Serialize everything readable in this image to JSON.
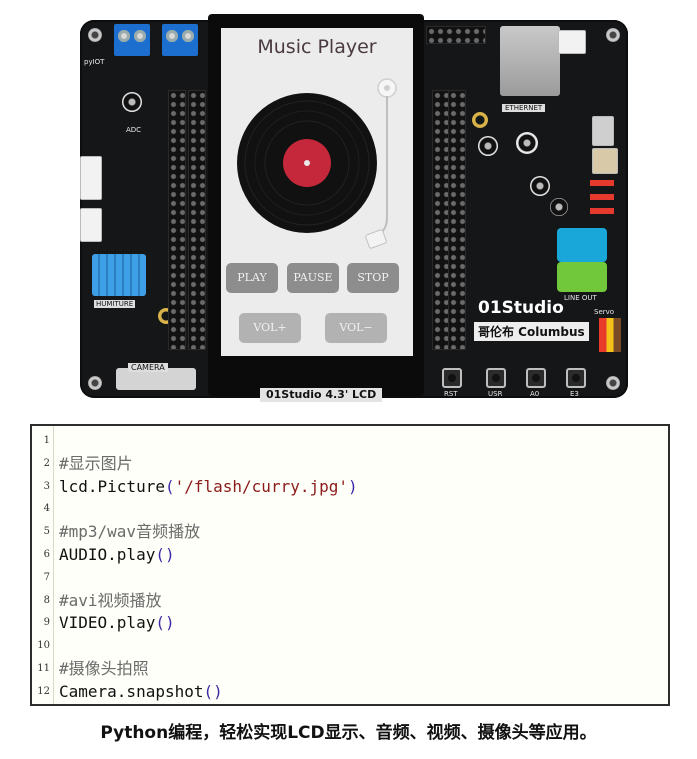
{
  "board": {
    "lcd_footer": "01Studio  4.3' LCD",
    "logo": "01Studio",
    "logo_sub": "哥伦布 Columbus",
    "ethernet": "ETHERNET",
    "camera": "CAMERA",
    "humiture": "HUMITURE",
    "servo": "Servo",
    "adc": "ADC",
    "pyiot": "pyIOT",
    "rst": "RST",
    "usr": "USR",
    "a0": "A0",
    "e3": "E3",
    "line_out": "LINE OUT"
  },
  "lcd": {
    "title": "Music Player",
    "buttons": {
      "play": "PLAY",
      "pause": "PAUSE",
      "stop": "STOP",
      "vol_up": "VOL+",
      "vol_down": "VOL−"
    },
    "colors": {
      "record": "#111111",
      "label": "#c4283a",
      "screen": "#ececec"
    }
  },
  "code": {
    "lines": [
      {
        "n": "1",
        "comment": "",
        "fn": "",
        "arg": ""
      },
      {
        "n": "2",
        "comment": "#显示图片",
        "fn": "",
        "arg": ""
      },
      {
        "n": "3",
        "comment": "",
        "fn": "lcd.Picture",
        "arg": "'/flash/curry.jpg'"
      },
      {
        "n": "4",
        "comment": "",
        "fn": "",
        "arg": ""
      },
      {
        "n": "5",
        "comment": "#mp3/wav音频播放",
        "fn": "",
        "arg": ""
      },
      {
        "n": "6",
        "comment": "",
        "fn": "AUDIO.play",
        "arg": ""
      },
      {
        "n": "7",
        "comment": "",
        "fn": "",
        "arg": ""
      },
      {
        "n": "8",
        "comment": "#avi视频播放",
        "fn": "",
        "arg": ""
      },
      {
        "n": "9",
        "comment": "",
        "fn": "VIDEO.play",
        "arg": ""
      },
      {
        "n": "10",
        "comment": "",
        "fn": "",
        "arg": ""
      },
      {
        "n": "11",
        "comment": "#摄像头拍照",
        "fn": "",
        "arg": ""
      },
      {
        "n": "12",
        "comment": "",
        "fn": "Camera.snapshot",
        "arg": ""
      }
    ]
  },
  "caption": "Python编程，轻松实现LCD显示、音频、视频、摄像头等应用。"
}
